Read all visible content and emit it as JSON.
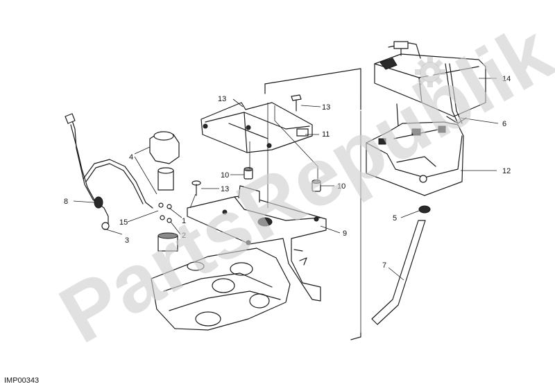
{
  "drawing_code": "IMP00343",
  "watermark": "PartsRepublik",
  "callouts": [
    "1",
    "2",
    "3",
    "4",
    "5",
    "6",
    "7",
    "8",
    "9",
    "10",
    "10",
    "11",
    "12",
    "13",
    "13",
    "13",
    "14",
    "15"
  ],
  "colors": {
    "line": "#1a1a1a",
    "watermark": "#cfcfcf",
    "background": "#ffffff"
  },
  "icons": {
    "watermark_logo": "gear-icon"
  }
}
